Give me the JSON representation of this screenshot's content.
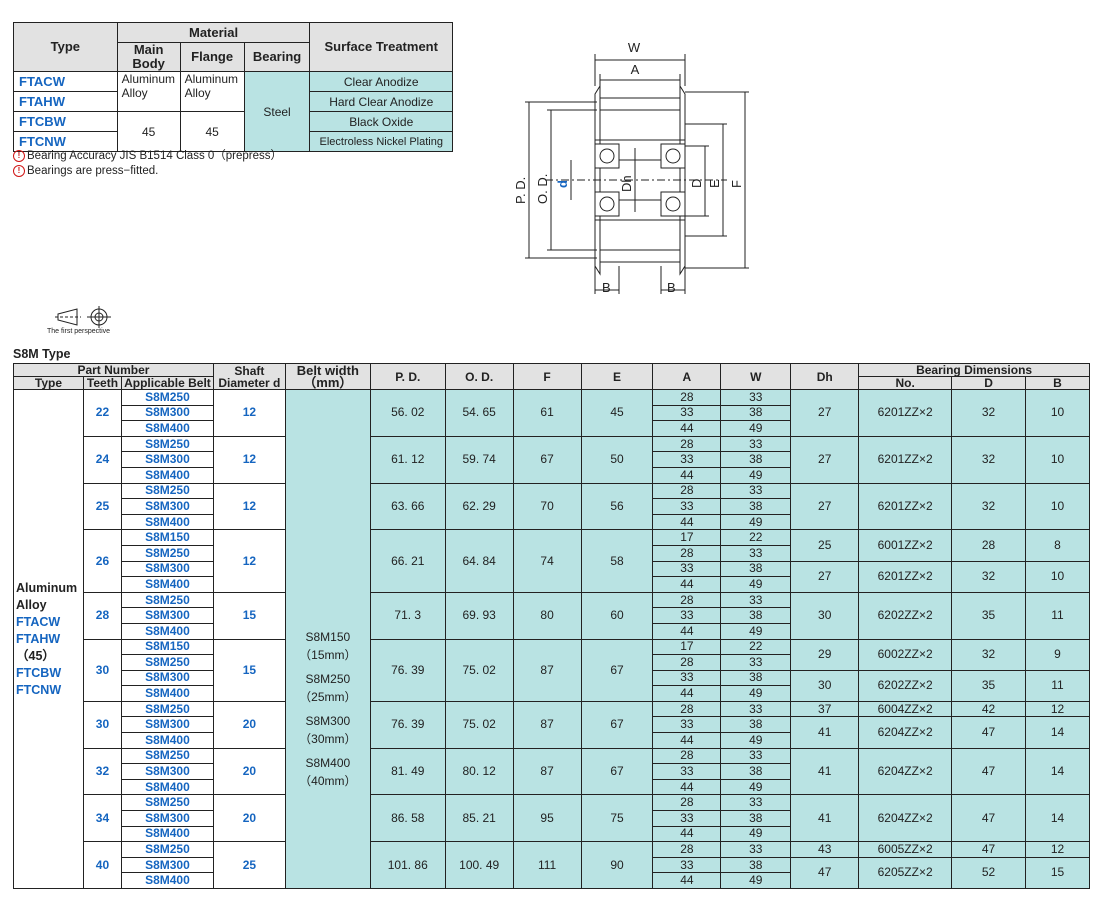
{
  "material_table": {
    "headers": {
      "type": "Type",
      "material": "Material",
      "main_body": "Main Body",
      "flange": "Flange",
      "bearing": "Bearing",
      "surface_treatment": "Surface Treatment"
    },
    "types": [
      "FTACW",
      "FTAHW",
      "FTCBW",
      "FTCNW"
    ],
    "aluminum_alloy": "Aluminum Alloy",
    "aluminum": "Aluminum",
    "alloy": "Alloy",
    "steel_45": "45",
    "bearing_material": "Steel",
    "surface": [
      "Clear Anodize",
      "Hard Clear Anodize",
      "Black Oxide",
      "Electroless Nickel Plating"
    ]
  },
  "notes": [
    "Bearing Accuracy JIS B1514 Class 0（prepress）",
    "Bearings are press−fitted."
  ],
  "diagram_labels": {
    "W": "W",
    "A": "A",
    "PD": "P. D.",
    "OD": "O. D.",
    "d": "d",
    "Dh": "Dh",
    "D": "D",
    "E": "E",
    "F": "F",
    "B1": "B",
    "B2": "B"
  },
  "first_perspective": "The first perspective",
  "table_title": "S8M Type",
  "main_headers": {
    "part_number": "Part Number",
    "type": "Type",
    "teeth": "Teeth",
    "applicable_belt": "Applicable Belt",
    "shaft": "Shaft",
    "diameter": "Diameter d",
    "belt_width": "Belt width",
    "mm": "（mm）",
    "pd": "P. D.",
    "od": "O. D.",
    "f": "F",
    "e": "E",
    "a": "A",
    "w": "W",
    "dh": "Dh",
    "bearing_dimensions": "Bearing Dimensions",
    "no": "No.",
    "d": "D",
    "b": "B"
  },
  "type_cell": {
    "line1": "Aluminum",
    "line2": "Alloy",
    "codes1": [
      "FTACW",
      "FTAHW"
    ],
    "mid": "（45）",
    "codes2": [
      "FTCBW",
      "FTCNW"
    ]
  },
  "belt_width_groups": [
    {
      "belt": "S8M150",
      "mm": "（15mm）"
    },
    {
      "belt": "S8M250",
      "mm": "（25mm）"
    },
    {
      "belt": "S8M300",
      "mm": "（30mm）"
    },
    {
      "belt": "S8M400",
      "mm": "（40mm）"
    }
  ],
  "groups": [
    {
      "teeth": "22",
      "belts": [
        "S8M250",
        "S8M300",
        "S8M400"
      ],
      "shaft": "12",
      "pd": "56. 02",
      "od": "54. 65",
      "f": "61",
      "e": "45",
      "a": [
        "28",
        "33",
        "44"
      ],
      "w": [
        "33",
        "38",
        "49"
      ],
      "bearings": [
        {
          "dh": "27",
          "no": "6201ZZ×2",
          "d": "32",
          "b": "10",
          "span": 3
        }
      ]
    },
    {
      "teeth": "24",
      "belts": [
        "S8M250",
        "S8M300",
        "S8M400"
      ],
      "shaft": "12",
      "pd": "61. 12",
      "od": "59. 74",
      "f": "67",
      "e": "50",
      "a": [
        "28",
        "33",
        "44"
      ],
      "w": [
        "33",
        "38",
        "49"
      ],
      "bearings": [
        {
          "dh": "27",
          "no": "6201ZZ×2",
          "d": "32",
          "b": "10",
          "span": 3
        }
      ]
    },
    {
      "teeth": "25",
      "belts": [
        "S8M250",
        "S8M300",
        "S8M400"
      ],
      "shaft": "12",
      "pd": "63. 66",
      "od": "62. 29",
      "f": "70",
      "e": "56",
      "a": [
        "28",
        "33",
        "44"
      ],
      "w": [
        "33",
        "38",
        "49"
      ],
      "bearings": [
        {
          "dh": "27",
          "no": "6201ZZ×2",
          "d": "32",
          "b": "10",
          "span": 3
        }
      ]
    },
    {
      "teeth": "26",
      "belts": [
        "S8M150",
        "S8M250",
        "S8M300",
        "S8M400"
      ],
      "shaft": "12",
      "pd": "66. 21",
      "od": "64. 84",
      "f": "74",
      "e": "58",
      "a": [
        "17",
        "28",
        "33",
        "44"
      ],
      "w": [
        "22",
        "33",
        "38",
        "49"
      ],
      "bearings": [
        {
          "dh": "25",
          "no": "6001ZZ×2",
          "d": "28",
          "b": "8",
          "span": 2
        },
        {
          "dh": "27",
          "no": "6201ZZ×2",
          "d": "32",
          "b": "10",
          "span": 2
        }
      ]
    },
    {
      "teeth": "28",
      "belts": [
        "S8M250",
        "S8M300",
        "S8M400"
      ],
      "shaft": "15",
      "pd": "71. 3",
      "od": "69. 93",
      "f": "80",
      "e": "60",
      "a": [
        "28",
        "33",
        "44"
      ],
      "w": [
        "33",
        "38",
        "49"
      ],
      "bearings": [
        {
          "dh": "30",
          "no": "6202ZZ×2",
          "d": "35",
          "b": "11",
          "span": 3
        }
      ]
    },
    {
      "teeth": "30",
      "belts": [
        "S8M150",
        "S8M250",
        "S8M300",
        "S8M400"
      ],
      "shaft": "15",
      "pd": "76. 39",
      "od": "75. 02",
      "f": "87",
      "e": "67",
      "a": [
        "17",
        "28",
        "33",
        "44"
      ],
      "w": [
        "22",
        "33",
        "38",
        "49"
      ],
      "bearings": [
        {
          "dh": "29",
          "no": "6002ZZ×2",
          "d": "32",
          "b": "9",
          "span": 2
        },
        {
          "dh": "30",
          "no": "6202ZZ×2",
          "d": "35",
          "b": "11",
          "span": 2
        }
      ]
    },
    {
      "teeth": "30",
      "belts": [
        "S8M250",
        "S8M300",
        "S8M400"
      ],
      "shaft": "20",
      "pd": "76. 39",
      "od": "75. 02",
      "f": "87",
      "e": "67",
      "a": [
        "28",
        "33",
        "44"
      ],
      "w": [
        "33",
        "38",
        "49"
      ],
      "bearings": [
        {
          "dh": "37",
          "no": "6004ZZ×2",
          "d": "42",
          "b": "12",
          "span": 1
        },
        {
          "dh": "41",
          "no": "6204ZZ×2",
          "d": "47",
          "b": "14",
          "span": 2
        }
      ]
    },
    {
      "teeth": "32",
      "belts": [
        "S8M250",
        "S8M300",
        "S8M400"
      ],
      "shaft": "20",
      "pd": "81. 49",
      "od": "80. 12",
      "f": "87",
      "e": "67",
      "a": [
        "28",
        "33",
        "44"
      ],
      "w": [
        "33",
        "38",
        "49"
      ],
      "bearings": [
        {
          "dh": "41",
          "no": "6204ZZ×2",
          "d": "47",
          "b": "14",
          "span": 3
        }
      ]
    },
    {
      "teeth": "34",
      "belts": [
        "S8M250",
        "S8M300",
        "S8M400"
      ],
      "shaft": "20",
      "pd": "86. 58",
      "od": "85. 21",
      "f": "95",
      "e": "75",
      "a": [
        "28",
        "33",
        "44"
      ],
      "w": [
        "33",
        "38",
        "49"
      ],
      "bearings": [
        {
          "dh": "41",
          "no": "6204ZZ×2",
          "d": "47",
          "b": "14",
          "span": 3
        }
      ]
    },
    {
      "teeth": "40",
      "belts": [
        "S8M250",
        "S8M300",
        "S8M400"
      ],
      "shaft": "25",
      "pd": "101. 86",
      "od": "100. 49",
      "f": "111",
      "e": "90",
      "a": [
        "28",
        "33",
        "44"
      ],
      "w": [
        "33",
        "38",
        "49"
      ],
      "bearings": [
        {
          "dh": "43",
          "no": "6005ZZ×2",
          "d": "47",
          "b": "12",
          "span": 1
        },
        {
          "dh": "47",
          "no": "6205ZZ×2",
          "d": "52",
          "b": "15",
          "span": 2
        }
      ]
    }
  ]
}
